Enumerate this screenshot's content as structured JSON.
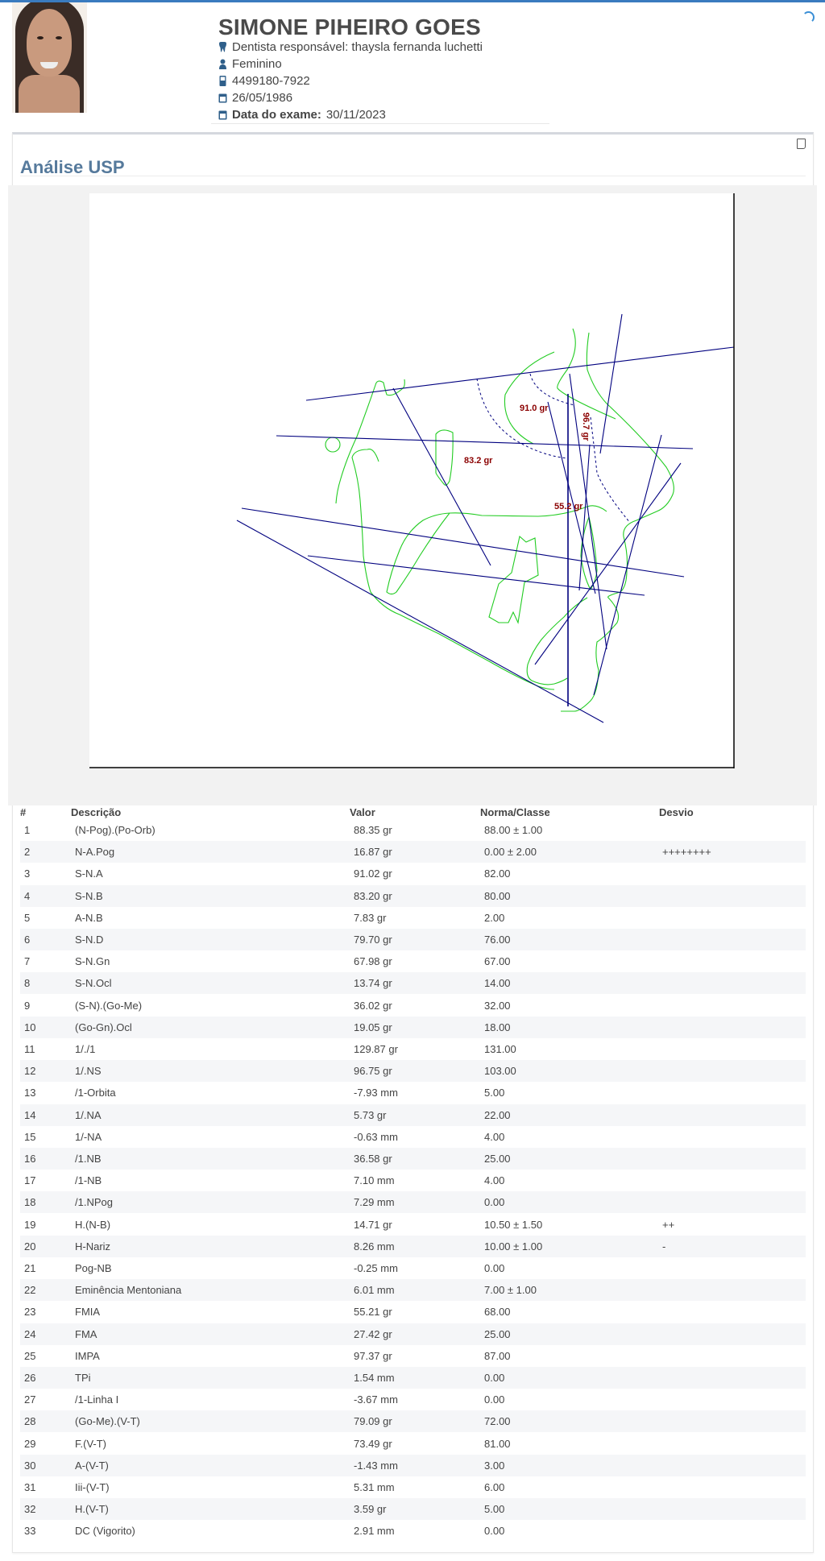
{
  "patient": {
    "name": "SIMONE PIHEIRO GOES",
    "dentist": "Dentista responsável: thaysla fernanda luchetti",
    "sex": "Feminino",
    "phone": "4499180-7922",
    "birthdate": "26/05/1986",
    "exam_label": "Data do exame:",
    "exam_date": "30/11/2023"
  },
  "section": {
    "title": "Análise USP"
  },
  "tracing": {
    "labels": [
      "91.0 gr",
      "83.2 gr",
      "55.2 gr",
      "96.7 gr"
    ],
    "line_color": "#00007f",
    "contour_color": "#22cc22",
    "label_color": "#8b0000"
  },
  "table": {
    "headers": [
      "#",
      "Descrição",
      "Valor",
      "Norma/Classe",
      "Desvio"
    ],
    "rows": [
      [
        "1",
        "(N-Pog).(Po-Orb)",
        "88.35 gr",
        "88.00 ± 1.00",
        ""
      ],
      [
        "2",
        "N-A.Pog",
        "16.87 gr",
        "0.00 ± 2.00",
        "++++++++"
      ],
      [
        "3",
        "S-N.A",
        "91.02 gr",
        "82.00",
        ""
      ],
      [
        "4",
        "S-N.B",
        "83.20 gr",
        "80.00",
        ""
      ],
      [
        "5",
        "A-N.B",
        "7.83 gr",
        "2.00",
        ""
      ],
      [
        "6",
        "S-N.D",
        "79.70 gr",
        "76.00",
        ""
      ],
      [
        "7",
        "S-N.Gn",
        "67.98 gr",
        "67.00",
        ""
      ],
      [
        "8",
        "S-N.Ocl",
        "13.74 gr",
        "14.00",
        ""
      ],
      [
        "9",
        "(S-N).(Go-Me)",
        "36.02 gr",
        "32.00",
        ""
      ],
      [
        "10",
        "(Go-Gn).Ocl",
        "19.05 gr",
        "18.00",
        ""
      ],
      [
        "11",
        "1/./1",
        "129.87 gr",
        "131.00",
        ""
      ],
      [
        "12",
        "1/.NS",
        "96.75 gr",
        "103.00",
        ""
      ],
      [
        "13",
        "/1-Orbita",
        "-7.93 mm",
        "5.00",
        ""
      ],
      [
        "14",
        "1/.NA",
        "5.73 gr",
        "22.00",
        ""
      ],
      [
        "15",
        "1/-NA",
        "-0.63 mm",
        "4.00",
        ""
      ],
      [
        "16",
        "/1.NB",
        "36.58 gr",
        "25.00",
        ""
      ],
      [
        "17",
        "/1-NB",
        "7.10 mm",
        "4.00",
        ""
      ],
      [
        "18",
        "/1.NPog",
        "7.29 mm",
        "0.00",
        ""
      ],
      [
        "19",
        "H.(N-B)",
        "14.71 gr",
        "10.50 ± 1.50",
        "++"
      ],
      [
        "20",
        "H-Nariz",
        "8.26 mm",
        "10.00 ± 1.00",
        "-"
      ],
      [
        "21",
        "Pog-NB",
        "-0.25 mm",
        "0.00",
        ""
      ],
      [
        "22",
        "Eminência Mentoniana",
        "6.01 mm",
        "7.00 ± 1.00",
        ""
      ],
      [
        "23",
        "FMIA",
        "55.21 gr",
        "68.00",
        ""
      ],
      [
        "24",
        "FMA",
        "27.42 gr",
        "25.00",
        ""
      ],
      [
        "25",
        "IMPA",
        "97.37 gr",
        "87.00",
        ""
      ],
      [
        "26",
        "TPi",
        "1.54 mm",
        "0.00",
        ""
      ],
      [
        "27",
        "/1-Linha I",
        "-3.67 mm",
        "0.00",
        ""
      ],
      [
        "28",
        "(Go-Me).(V-T)",
        "79.09 gr",
        "72.00",
        ""
      ],
      [
        "29",
        "F.(V-T)",
        "73.49 gr",
        "81.00",
        ""
      ],
      [
        "30",
        "A-(V-T)",
        "-1.43 mm",
        "3.00",
        ""
      ],
      [
        "31",
        "Iii-(V-T)",
        "5.31 mm",
        "6.00",
        ""
      ],
      [
        "32",
        "H.(V-T)",
        "3.59 gr",
        "5.00",
        ""
      ],
      [
        "33",
        "DC (Vigorito)",
        "2.91 mm",
        "0.00",
        ""
      ]
    ]
  }
}
